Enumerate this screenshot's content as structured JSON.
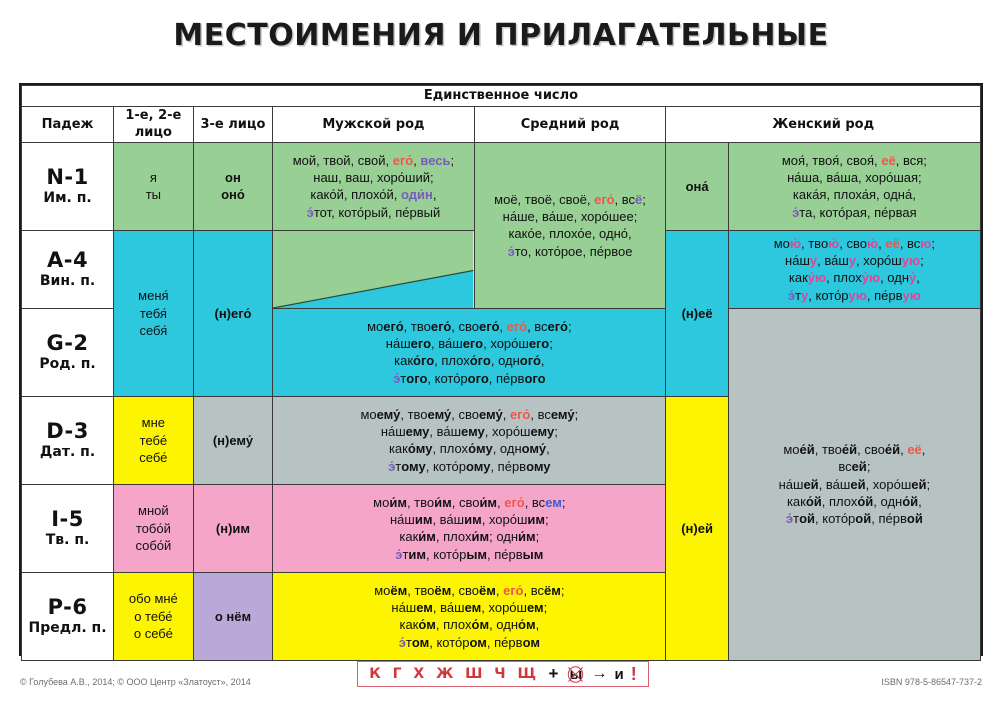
{
  "title": "МЕСТОИМЕНИЯ И ПРИЛАГАТЕЛЬНЫЕ",
  "header": {
    "number_group": "Единственное число",
    "columns": {
      "case": "Падеж",
      "person12": "1-е, 2-е лицо",
      "person3": "3-е лицо",
      "masculine": "Мужской род",
      "neuter": "Средний род",
      "feminine": "Женский род"
    }
  },
  "cases": [
    {
      "num": "N-1",
      "name": "Им. п."
    },
    {
      "num": "A-4",
      "name": "Вин. п."
    },
    {
      "num": "G-2",
      "name": "Род. п."
    },
    {
      "num": "D-3",
      "name": "Дат. п."
    },
    {
      "num": "I-5",
      "name": "Тв. п."
    },
    {
      "num": "P-6",
      "name": "Предл. п."
    }
  ],
  "person12": {
    "nominative": "я\nты",
    "acc_gen": "меня́\nтебя́\nсебя́",
    "dative": "мне\nтебе́\nсебе́",
    "instrumental": "мной\nтобо́й\nсобо́й",
    "prepositional": "обо мне́\nо тебе́\nо себе́"
  },
  "person3": {
    "nominative": "он\nоно́",
    "acc_gen": "(н)его́",
    "dative": "(н)ему́",
    "instrumental": "(н)им",
    "prepositional": "о нём"
  },
  "masculine": {
    "nominative": [
      "мой, твой, свой, его́, весь;",
      "наш, ваш, хоро́ший;",
      "како́й, плохо́й, оди́н,",
      "э́тот, кото́рый, пе́рвый"
    ]
  },
  "neuter": {
    "nominative": [
      "моё, твоё, своё, его́, всё;",
      "на́ше, ва́ше, хоро́шее;",
      "како́е, плохо́е, одно́,",
      "э́то, кото́рое, пе́рвое"
    ]
  },
  "feminine": {
    "person3_nominative": "она́",
    "person3_acc_gen": "(н)её",
    "person3_dative_instr_prep": "(н)ей",
    "nominative": [
      "моя́, твоя́, своя́, её, вся;",
      "на́ша, ва́ша, хоро́шая;",
      "кака́я, плоха́я, одна́,",
      "э́та, кото́рая, пе́рвая"
    ],
    "accusative": [
      "мою́, твою́, свою́, её, всю;",
      "на́шу, ва́шу, хоро́шую;",
      "каку́ю, плоху́ю, одну́,",
      "э́ту, кото́рую, пе́рвую"
    ],
    "oblique": [
      "мое́й, твое́й, свое́й, её,",
      "всей;",
      "на́шей, ва́шей, хоро́шей;",
      "како́й, плохо́й, одно́й,",
      "э́той, кото́рой, пе́рвой"
    ]
  },
  "shared": {
    "genitive": [
      "моего́, твоего́, своего́, его́, всего́;",
      "на́шего, ва́шего, хоро́шего;",
      "како́го, плохо́го, одного́,",
      "э́того, кото́рого, пе́рвого"
    ],
    "dative": [
      "моему́, твоему́, своему́, его́, всему́;",
      "на́шему, ва́шему, хоро́шему;",
      "како́му, плохо́му, одному́,",
      "э́тому, кото́рому, пе́рвому"
    ],
    "instrumental": [
      "мои́м, твои́м, свои́м, его́, всем;",
      "на́шим, ва́шим, хоро́шим;",
      "каки́м, плохи́м; одни́м;",
      "э́тим, кото́рым, пе́рвым"
    ],
    "prepositional": [
      "моём, твоём, своём, его́, всём;",
      "на́шем, ва́шем, хоро́шем;",
      "како́м, плохо́м, одно́м,",
      "э́том, кото́ром, пе́рвом"
    ]
  },
  "rule_box": {
    "letters": "К Г Х Ж Ш Ч Щ",
    "plus": "+",
    "crossed_letter": "ы",
    "arrow": "→",
    "result": "и",
    "exclamation": "!"
  },
  "footer": {
    "copyright": "© Голубева А.В., 2014; © ООО Центр «Златоуст», 2014",
    "isbn": "ISBN 978-5-86547-737-2"
  },
  "colors": {
    "green": "#97cf94",
    "cyan": "#2dc8dd",
    "gray": "#b7c3c3",
    "yellow": "#fdf500",
    "pink": "#f5a6c8",
    "purple": "#b9a8d8",
    "accent_red": "#f0564a",
    "accent_violet": "#7a5bbf"
  }
}
